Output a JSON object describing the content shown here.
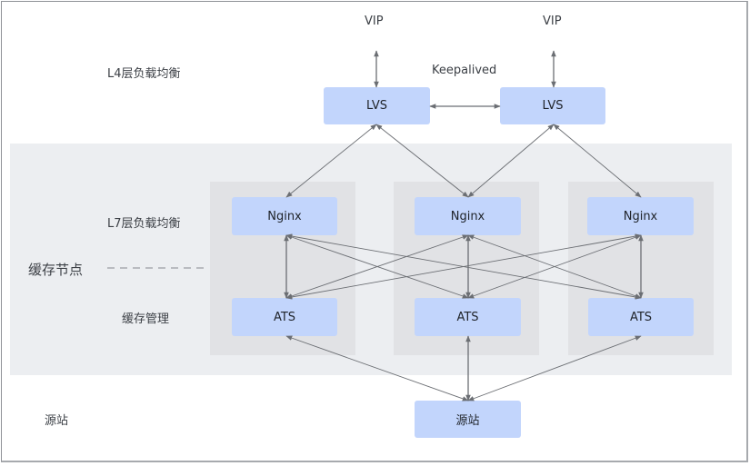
{
  "diagram": {
    "layer_labels": {
      "l4": "L4层负载均衡",
      "l7": "L7层负载均衡",
      "cache_node": "缓存节点",
      "cache_mgmt": "缓存管理",
      "origin": "源站"
    },
    "top_labels": {
      "vip_left": "VIP",
      "vip_right": "VIP",
      "keepalived": "Keepalived"
    },
    "nodes": {
      "lvs_left": "LVS",
      "lvs_right": "LVS",
      "nginx_1": "Nginx",
      "nginx_2": "Nginx",
      "nginx_3": "Nginx",
      "ats_1": "ATS",
      "ats_2": "ATS",
      "ats_3": "ATS",
      "origin": "源站"
    },
    "edges": [
      {
        "from": "vip_left",
        "to": "lvs_left",
        "type": "bidirectional"
      },
      {
        "from": "vip_right",
        "to": "lvs_right",
        "type": "bidirectional"
      },
      {
        "from": "lvs_left",
        "to": "lvs_right",
        "type": "bidirectional",
        "label": "Keepalived"
      },
      {
        "from": "lvs_left",
        "to": "nginx_1",
        "type": "bidirectional"
      },
      {
        "from": "lvs_left",
        "to": "nginx_2",
        "type": "bidirectional"
      },
      {
        "from": "lvs_right",
        "to": "nginx_2",
        "type": "bidirectional"
      },
      {
        "from": "lvs_right",
        "to": "nginx_3",
        "type": "bidirectional"
      },
      {
        "from": "nginx_1",
        "to": "ats_1",
        "type": "bidirectional"
      },
      {
        "from": "nginx_1",
        "to": "ats_2",
        "type": "bidirectional"
      },
      {
        "from": "nginx_1",
        "to": "ats_3",
        "type": "bidirectional"
      },
      {
        "from": "nginx_2",
        "to": "ats_1",
        "type": "bidirectional"
      },
      {
        "from": "nginx_2",
        "to": "ats_2",
        "type": "bidirectional"
      },
      {
        "from": "nginx_2",
        "to": "ats_3",
        "type": "bidirectional"
      },
      {
        "from": "nginx_3",
        "to": "ats_1",
        "type": "bidirectional"
      },
      {
        "from": "nginx_3",
        "to": "ats_2",
        "type": "bidirectional"
      },
      {
        "from": "nginx_3",
        "to": "ats_3",
        "type": "bidirectional"
      },
      {
        "from": "ats_1",
        "to": "origin",
        "type": "bidirectional"
      },
      {
        "from": "ats_2",
        "to": "origin",
        "type": "bidirectional"
      },
      {
        "from": "ats_3",
        "to": "origin",
        "type": "bidirectional"
      }
    ],
    "colors": {
      "node_fill": "#c2d5fc",
      "zone_fill": "#eceef1",
      "group_fill": "#e1e2e5",
      "edge": "#6b6e73"
    }
  }
}
